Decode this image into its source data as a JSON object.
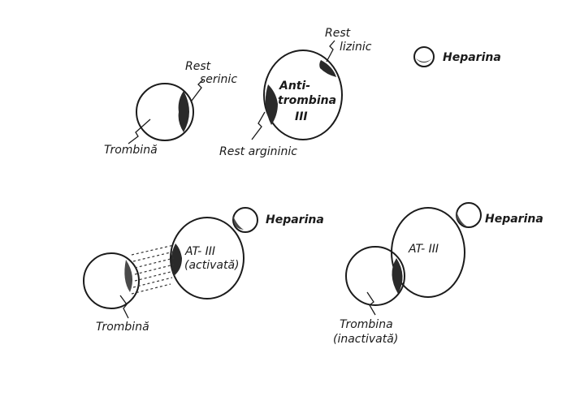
{
  "panel_top": {
    "thrombin": {
      "label": "Trombină",
      "site_label_line1": "Rest",
      "site_label_line2": "serinic"
    },
    "antithrombin": {
      "title_line1": "Anti-",
      "title_line2": "trombina",
      "title_line3": "III",
      "lysine_label_line1": "Rest",
      "lysine_label_line2": "lizinic",
      "arginine_label": "Rest argininic"
    },
    "heparin": {
      "label": "Heparina"
    }
  },
  "panel_bottom_left": {
    "antithrombin": {
      "label_line1": "AT- III",
      "label_line2": "(activată)"
    },
    "heparin": {
      "label": "Heparina"
    },
    "thrombin": {
      "label": "Trombină"
    }
  },
  "panel_bottom_right": {
    "antithrombin": {
      "label": "AT- III"
    },
    "heparin": {
      "label": "Heparina"
    },
    "thrombin": {
      "label_line1": "Trombina",
      "label_line2": "(inactivată)"
    }
  },
  "colors": {
    "ink": "#1b1b1b",
    "paper": "#ffffff",
    "binding_site": "#2a2a2a"
  }
}
